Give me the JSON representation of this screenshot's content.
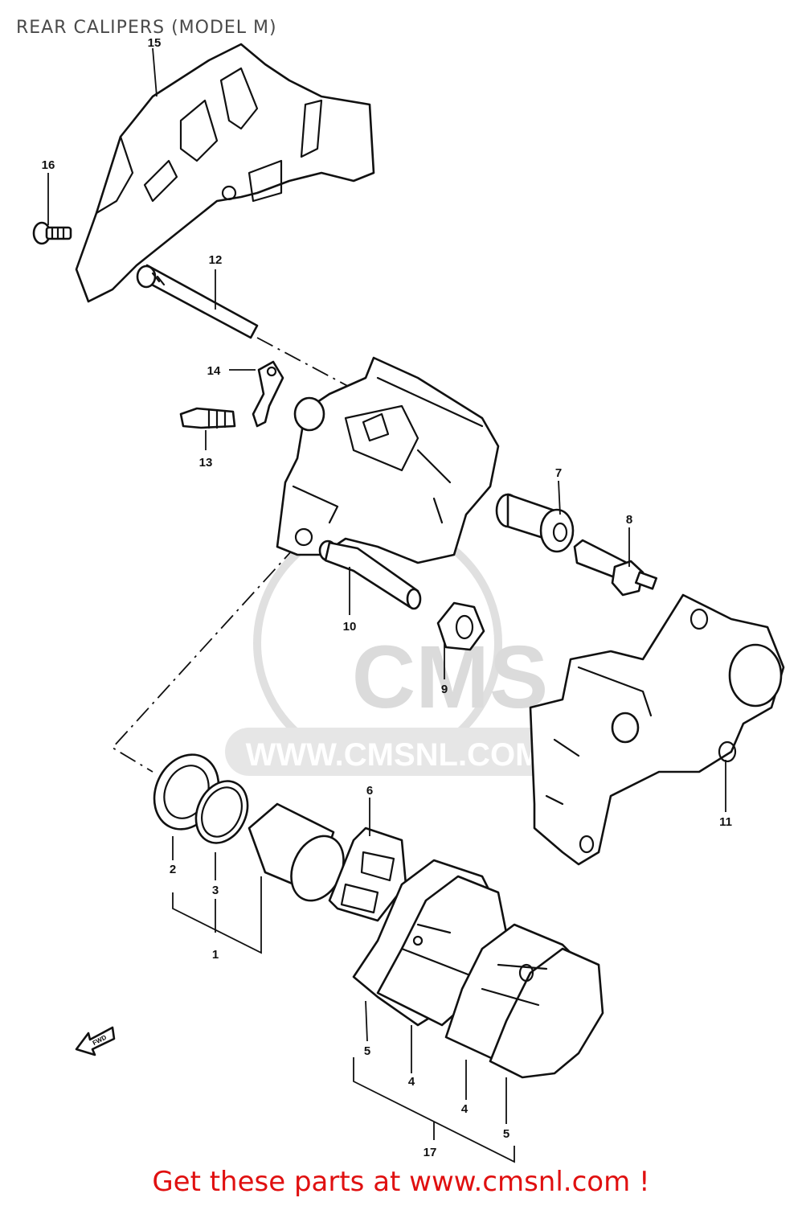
{
  "page": {
    "title": "REAR CALIPERS (MODEL M)",
    "footer_link_text": "Get these parts at www.cmsnl.com !",
    "footer_color": "#e01010"
  },
  "watermark": {
    "logo_text": "CMS",
    "url_text": "WWW.CMSNL.COM"
  },
  "front_indicator": {
    "label": "FWD",
    "icon": "arrow-icon"
  },
  "callouts": [
    {
      "id": "1",
      "label": "1"
    },
    {
      "id": "2",
      "label": "2"
    },
    {
      "id": "3",
      "label": "3"
    },
    {
      "id": "4a",
      "label": "4"
    },
    {
      "id": "4b",
      "label": "4"
    },
    {
      "id": "5a",
      "label": "5"
    },
    {
      "id": "5b",
      "label": "5"
    },
    {
      "id": "6",
      "label": "6"
    },
    {
      "id": "7",
      "label": "7"
    },
    {
      "id": "8",
      "label": "8"
    },
    {
      "id": "9",
      "label": "9"
    },
    {
      "id": "10",
      "label": "10"
    },
    {
      "id": "11",
      "label": "11"
    },
    {
      "id": "12",
      "label": "12"
    },
    {
      "id": "13",
      "label": "13"
    },
    {
      "id": "14",
      "label": "14"
    },
    {
      "id": "15",
      "label": "15"
    },
    {
      "id": "16",
      "label": "16"
    },
    {
      "id": "17",
      "label": "17"
    }
  ]
}
